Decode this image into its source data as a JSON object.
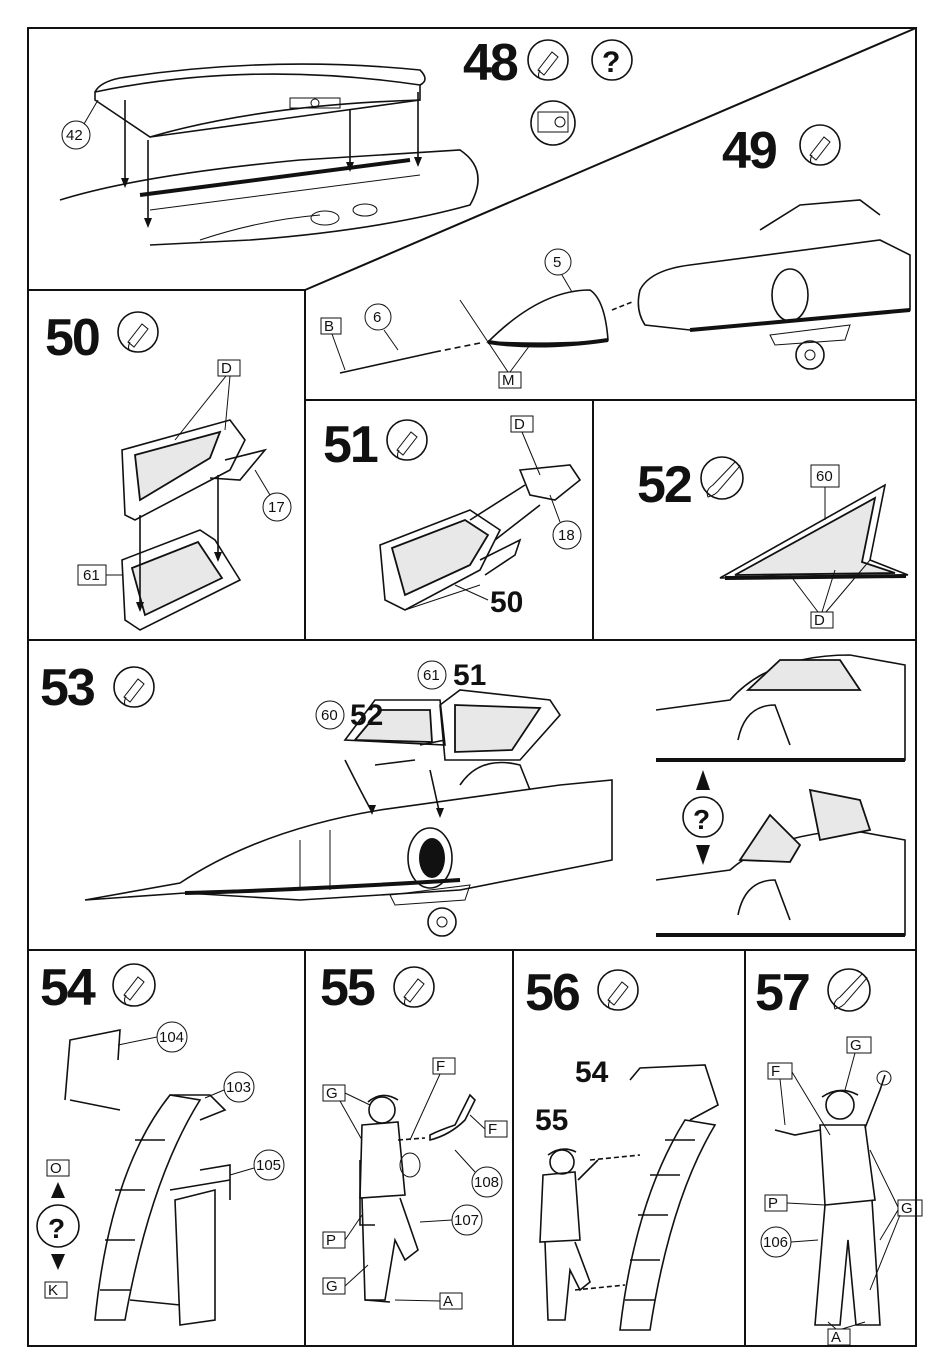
{
  "steps": {
    "s48": {
      "number": "48",
      "callouts": [
        "42"
      ]
    },
    "s49": {
      "number": "49",
      "callouts": [
        "5",
        "6"
      ],
      "colors": [
        "B",
        "M"
      ]
    },
    "s50": {
      "number": "50",
      "callouts": [
        "17",
        "61"
      ],
      "colors": [
        "D"
      ]
    },
    "s51": {
      "number": "51",
      "callouts": [
        "18",
        "50"
      ],
      "colors": [
        "D"
      ]
    },
    "s52": {
      "number": "52",
      "callouts": [
        "60"
      ],
      "colors": [
        "D"
      ]
    },
    "s53": {
      "number": "53",
      "callouts": [
        "61",
        "51",
        "60",
        "52"
      ]
    },
    "s54": {
      "number": "54",
      "callouts": [
        "104",
        "103",
        "105"
      ],
      "colors": [
        "O",
        "K"
      ]
    },
    "s55": {
      "number": "55",
      "callouts": [
        "108",
        "107"
      ],
      "colors": [
        "F",
        "G",
        "F",
        "P",
        "G",
        "A"
      ]
    },
    "s56": {
      "number": "56",
      "callouts": [
        "54",
        "55"
      ]
    },
    "s57": {
      "number": "57",
      "callouts": [
        "106"
      ],
      "colors": [
        "G",
        "F",
        "P",
        "G",
        "A"
      ]
    }
  },
  "icons": {
    "question": "?",
    "glue": "glue-tube-icon",
    "paint": "paint-brush-icon",
    "decal": "decal-icon",
    "accent": "#111111"
  }
}
